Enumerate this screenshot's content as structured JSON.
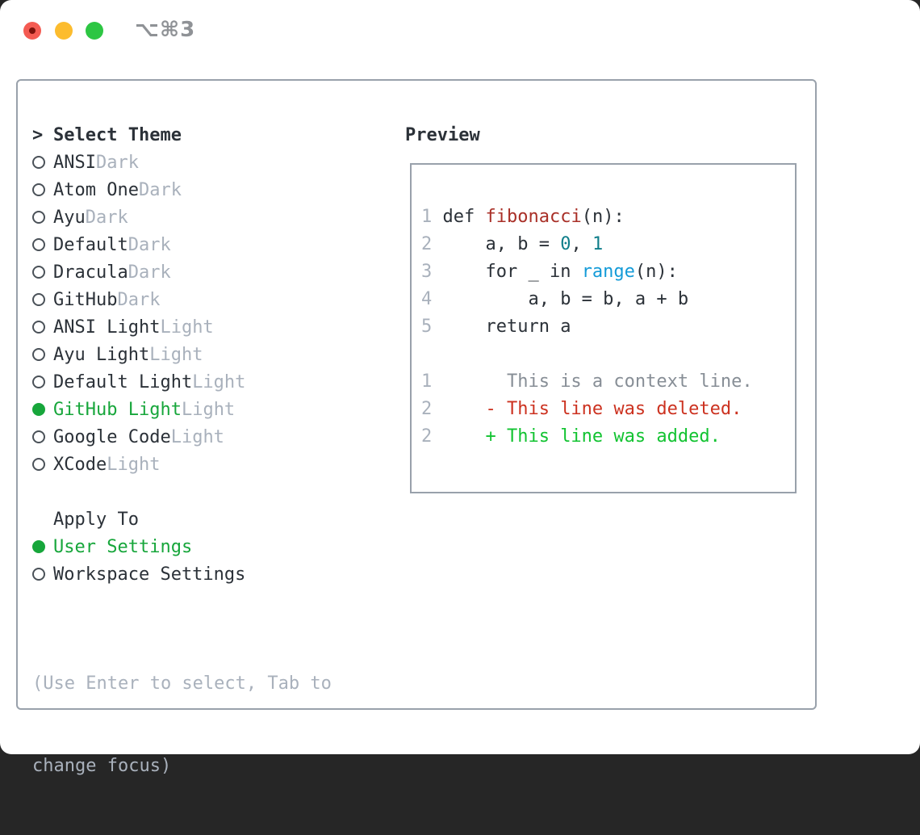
{
  "window": {
    "title_shortcut": "⌥⌘3"
  },
  "theme_picker": {
    "header_marker": ">",
    "header_label": "Select Theme",
    "options": [
      {
        "name": "ANSI",
        "variant": "Dark",
        "selected": false
      },
      {
        "name": "Atom One",
        "variant": "Dark",
        "selected": false
      },
      {
        "name": "Ayu",
        "variant": "Dark",
        "selected": false
      },
      {
        "name": "Default",
        "variant": "Dark",
        "selected": false
      },
      {
        "name": "Dracula",
        "variant": "Dark",
        "selected": false
      },
      {
        "name": "GitHub",
        "variant": "Dark",
        "selected": false
      },
      {
        "name": "ANSI Light",
        "variant": "Light",
        "selected": false
      },
      {
        "name": "Ayu Light",
        "variant": "Light",
        "selected": false
      },
      {
        "name": "Default Light",
        "variant": "Light",
        "selected": false
      },
      {
        "name": "GitHub Light",
        "variant": "Light",
        "selected": true
      },
      {
        "name": "Google Code",
        "variant": "Light",
        "selected": false
      },
      {
        "name": "XCode",
        "variant": "Light",
        "selected": false
      }
    ],
    "apply_to_label": "Apply To",
    "apply_options": [
      {
        "name": "User Settings",
        "selected": true
      },
      {
        "name": "Workspace Settings",
        "selected": false
      }
    ],
    "hint_lines": [
      "(Use Enter to select, Tab to",
      "change focus)"
    ]
  },
  "preview": {
    "label": "Preview",
    "lines": [
      {
        "num": "1",
        "tokens": [
          {
            "t": " def ",
            "c": "fg"
          },
          {
            "t": "fibonacci",
            "c": "func"
          },
          {
            "t": "(n):",
            "c": "fg"
          }
        ]
      },
      {
        "num": "2",
        "tokens": [
          {
            "t": "     a, b = ",
            "c": "fg"
          },
          {
            "t": "0",
            "c": "number"
          },
          {
            "t": ", ",
            "c": "fg"
          },
          {
            "t": "1",
            "c": "number"
          }
        ]
      },
      {
        "num": "3",
        "tokens": [
          {
            "t": "     for _ in ",
            "c": "fg"
          },
          {
            "t": "range",
            "c": "builtin"
          },
          {
            "t": "(n):",
            "c": "fg"
          }
        ]
      },
      {
        "num": "4",
        "tokens": [
          {
            "t": "         a, b = b, a + b",
            "c": "fg"
          }
        ]
      },
      {
        "num": "5",
        "tokens": [
          {
            "t": "     return a",
            "c": "fg"
          }
        ]
      },
      {
        "num": "",
        "tokens": []
      },
      {
        "num": "1",
        "tokens": [
          {
            "t": "       This is a context line.",
            "c": "context"
          }
        ]
      },
      {
        "num": "2",
        "tokens": [
          {
            "t": "     - This line was deleted.",
            "c": "deleted"
          }
        ]
      },
      {
        "num": "2",
        "tokens": [
          {
            "t": "     + This line was added.",
            "c": "added"
          }
        ]
      }
    ]
  },
  "colors": {
    "fg": "#2b3138",
    "muted": "#a9b1bc",
    "context": "#878e96",
    "selected_green": "#17a63b",
    "added": "#12c331",
    "deleted": "#cc3220",
    "func": "#a93028",
    "number": "#0f7e8a",
    "builtin": "#149bd8",
    "border": "#99a1ab",
    "title": "#8f9296",
    "traffic_red": "#f45b52",
    "traffic_red_dot": "#7d120b",
    "traffic_yellow": "#fcbc2e",
    "traffic_green": "#2dc643"
  }
}
